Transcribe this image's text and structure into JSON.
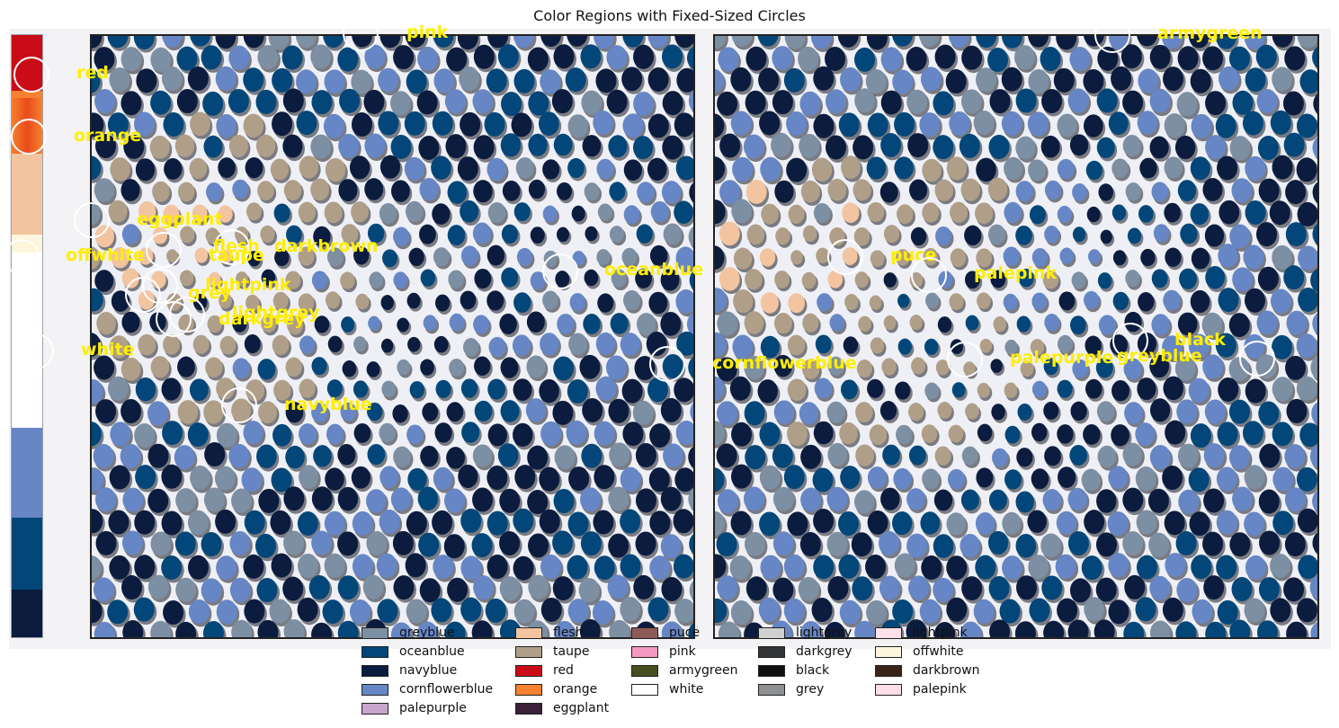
{
  "title": "Color Regions with Fixed-Sized Circles",
  "colors": {
    "greyblue": "#7d8fa3",
    "oceanblue": "#03477a",
    "navyblue": "#0c1c3e",
    "cornflowerblue": "#6686c6",
    "palepurple": "#c8a6cd",
    "flesh": "#f2c4a0",
    "taupe": "#b09f88",
    "red": "#c90c17",
    "orange": "#f7812e",
    "eggplant": "#3a2038",
    "puce": "#8e5a58",
    "pink": "#f49ac2",
    "armygreen": "#454f1f",
    "white": "#ffffff",
    "lightgrey": "#cfd1d1",
    "darkgrey": "#323334",
    "black": "#0f1112",
    "grey": "#8e8f90",
    "lightpink": "#fde0ea",
    "offwhite": "#fdf6dc",
    "darkbrown": "#3a2418",
    "palepink": "#fddde8"
  },
  "labels": [
    {
      "id": "red",
      "text": "red"
    },
    {
      "id": "orange",
      "text": "orange"
    },
    {
      "id": "eggplant",
      "text": "eggplant"
    },
    {
      "id": "offwhite",
      "text": "offwhite"
    },
    {
      "id": "flesh",
      "text": "flesh"
    },
    {
      "id": "taupe",
      "text": "taupe"
    },
    {
      "id": "darkbrown",
      "text": "darkbrown"
    },
    {
      "id": "lightpink",
      "text": "lightpink"
    },
    {
      "id": "grey",
      "text": "grey"
    },
    {
      "id": "lightgrey",
      "text": "lightgrey"
    },
    {
      "id": "darkgrey",
      "text": "darkgrey"
    },
    {
      "id": "white",
      "text": "white"
    },
    {
      "id": "navyblue",
      "text": "navyblue"
    },
    {
      "id": "pink",
      "text": "pink"
    },
    {
      "id": "oceanblue",
      "text": "oceanblue"
    },
    {
      "id": "cornflowerblue",
      "text": "cornflowerblue"
    },
    {
      "id": "armygreen",
      "text": "armygreen"
    },
    {
      "id": "puce",
      "text": "puce"
    },
    {
      "id": "palepink",
      "text": "palepink"
    },
    {
      "id": "black",
      "text": "black"
    },
    {
      "id": "palepurple",
      "text": "palepurple"
    },
    {
      "id": "greyblue",
      "text": "greyblue"
    }
  ],
  "legend": [
    [
      "greyblue",
      "oceanblue",
      "navyblue",
      "cornflowerblue",
      "palepurple"
    ],
    [
      "flesh",
      "taupe",
      "red",
      "orange",
      "eggplant"
    ],
    [
      "puce",
      "pink",
      "armygreen",
      "white"
    ],
    [
      "lightgrey",
      "darkgrey",
      "black",
      "grey"
    ],
    [
      "lightpink",
      "offwhite",
      "darkbrown",
      "palepink"
    ]
  ]
}
